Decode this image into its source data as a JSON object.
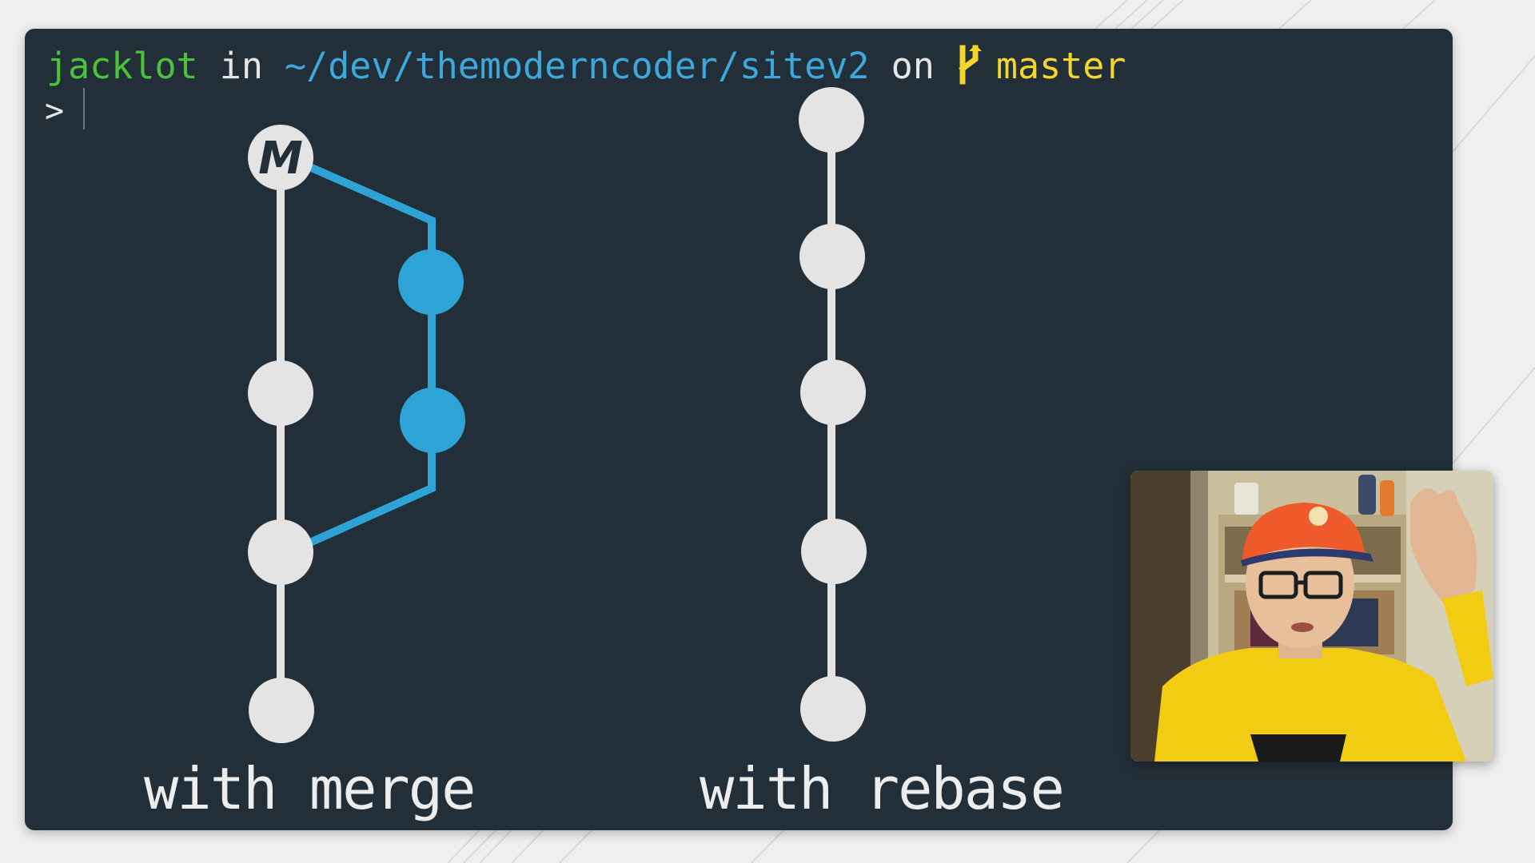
{
  "terminal": {
    "prompt": {
      "user": "jacklot",
      "in_word": " in ",
      "path": "~/dev/themoderncoder/sitev2",
      "on_word": " on ",
      "branch": "master"
    },
    "input_prefix": ">"
  },
  "diagram": {
    "merge_commit_label": "M",
    "caption_merge": "with merge",
    "caption_rebase": "with rebase",
    "colors": {
      "main_commit": "#e4e4e4",
      "branch_commit": "#2ea3d6",
      "background": "#232f38"
    }
  },
  "webcam": {
    "icon": "presenter-video"
  }
}
